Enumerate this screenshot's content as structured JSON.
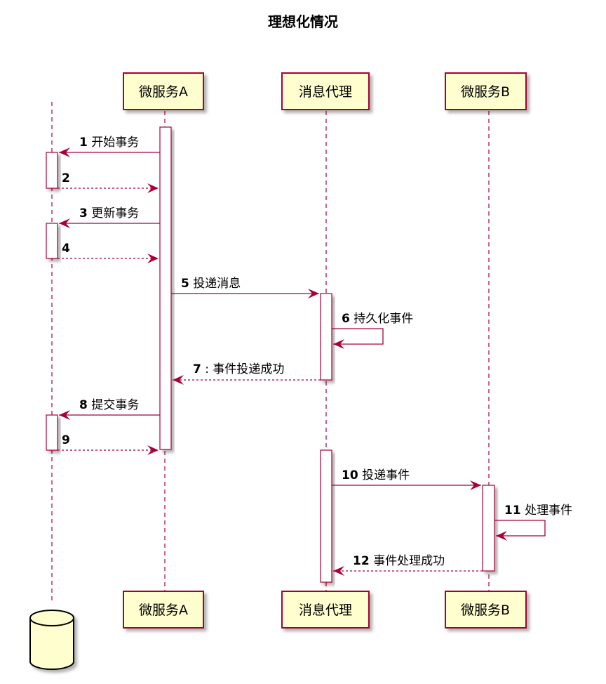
{
  "title": "理想化情况",
  "participants": [
    {
      "id": "db",
      "label": ""
    },
    {
      "id": "a",
      "label": "微服务A"
    },
    {
      "id": "broker",
      "label": "消息代理"
    },
    {
      "id": "b",
      "label": "微服务B"
    }
  ],
  "messages": [
    {
      "num": "1",
      "text": "开始事务"
    },
    {
      "num": "2",
      "text": ""
    },
    {
      "num": "3",
      "text": "更新事务"
    },
    {
      "num": "4",
      "text": ""
    },
    {
      "num": "5",
      "text": "投递消息"
    },
    {
      "num": "6",
      "text": "持久化事件"
    },
    {
      "num": "7",
      "text": ": 事件投递成功"
    },
    {
      "num": "8",
      "text": "提交事务"
    },
    {
      "num": "9",
      "text": ""
    },
    {
      "num": "10",
      "text": "投递事件"
    },
    {
      "num": "11",
      "text": "处理事件"
    },
    {
      "num": "12",
      "text": "事件处理成功"
    }
  ],
  "colors": {
    "line": "#A80036",
    "box": "#FEFECE"
  }
}
